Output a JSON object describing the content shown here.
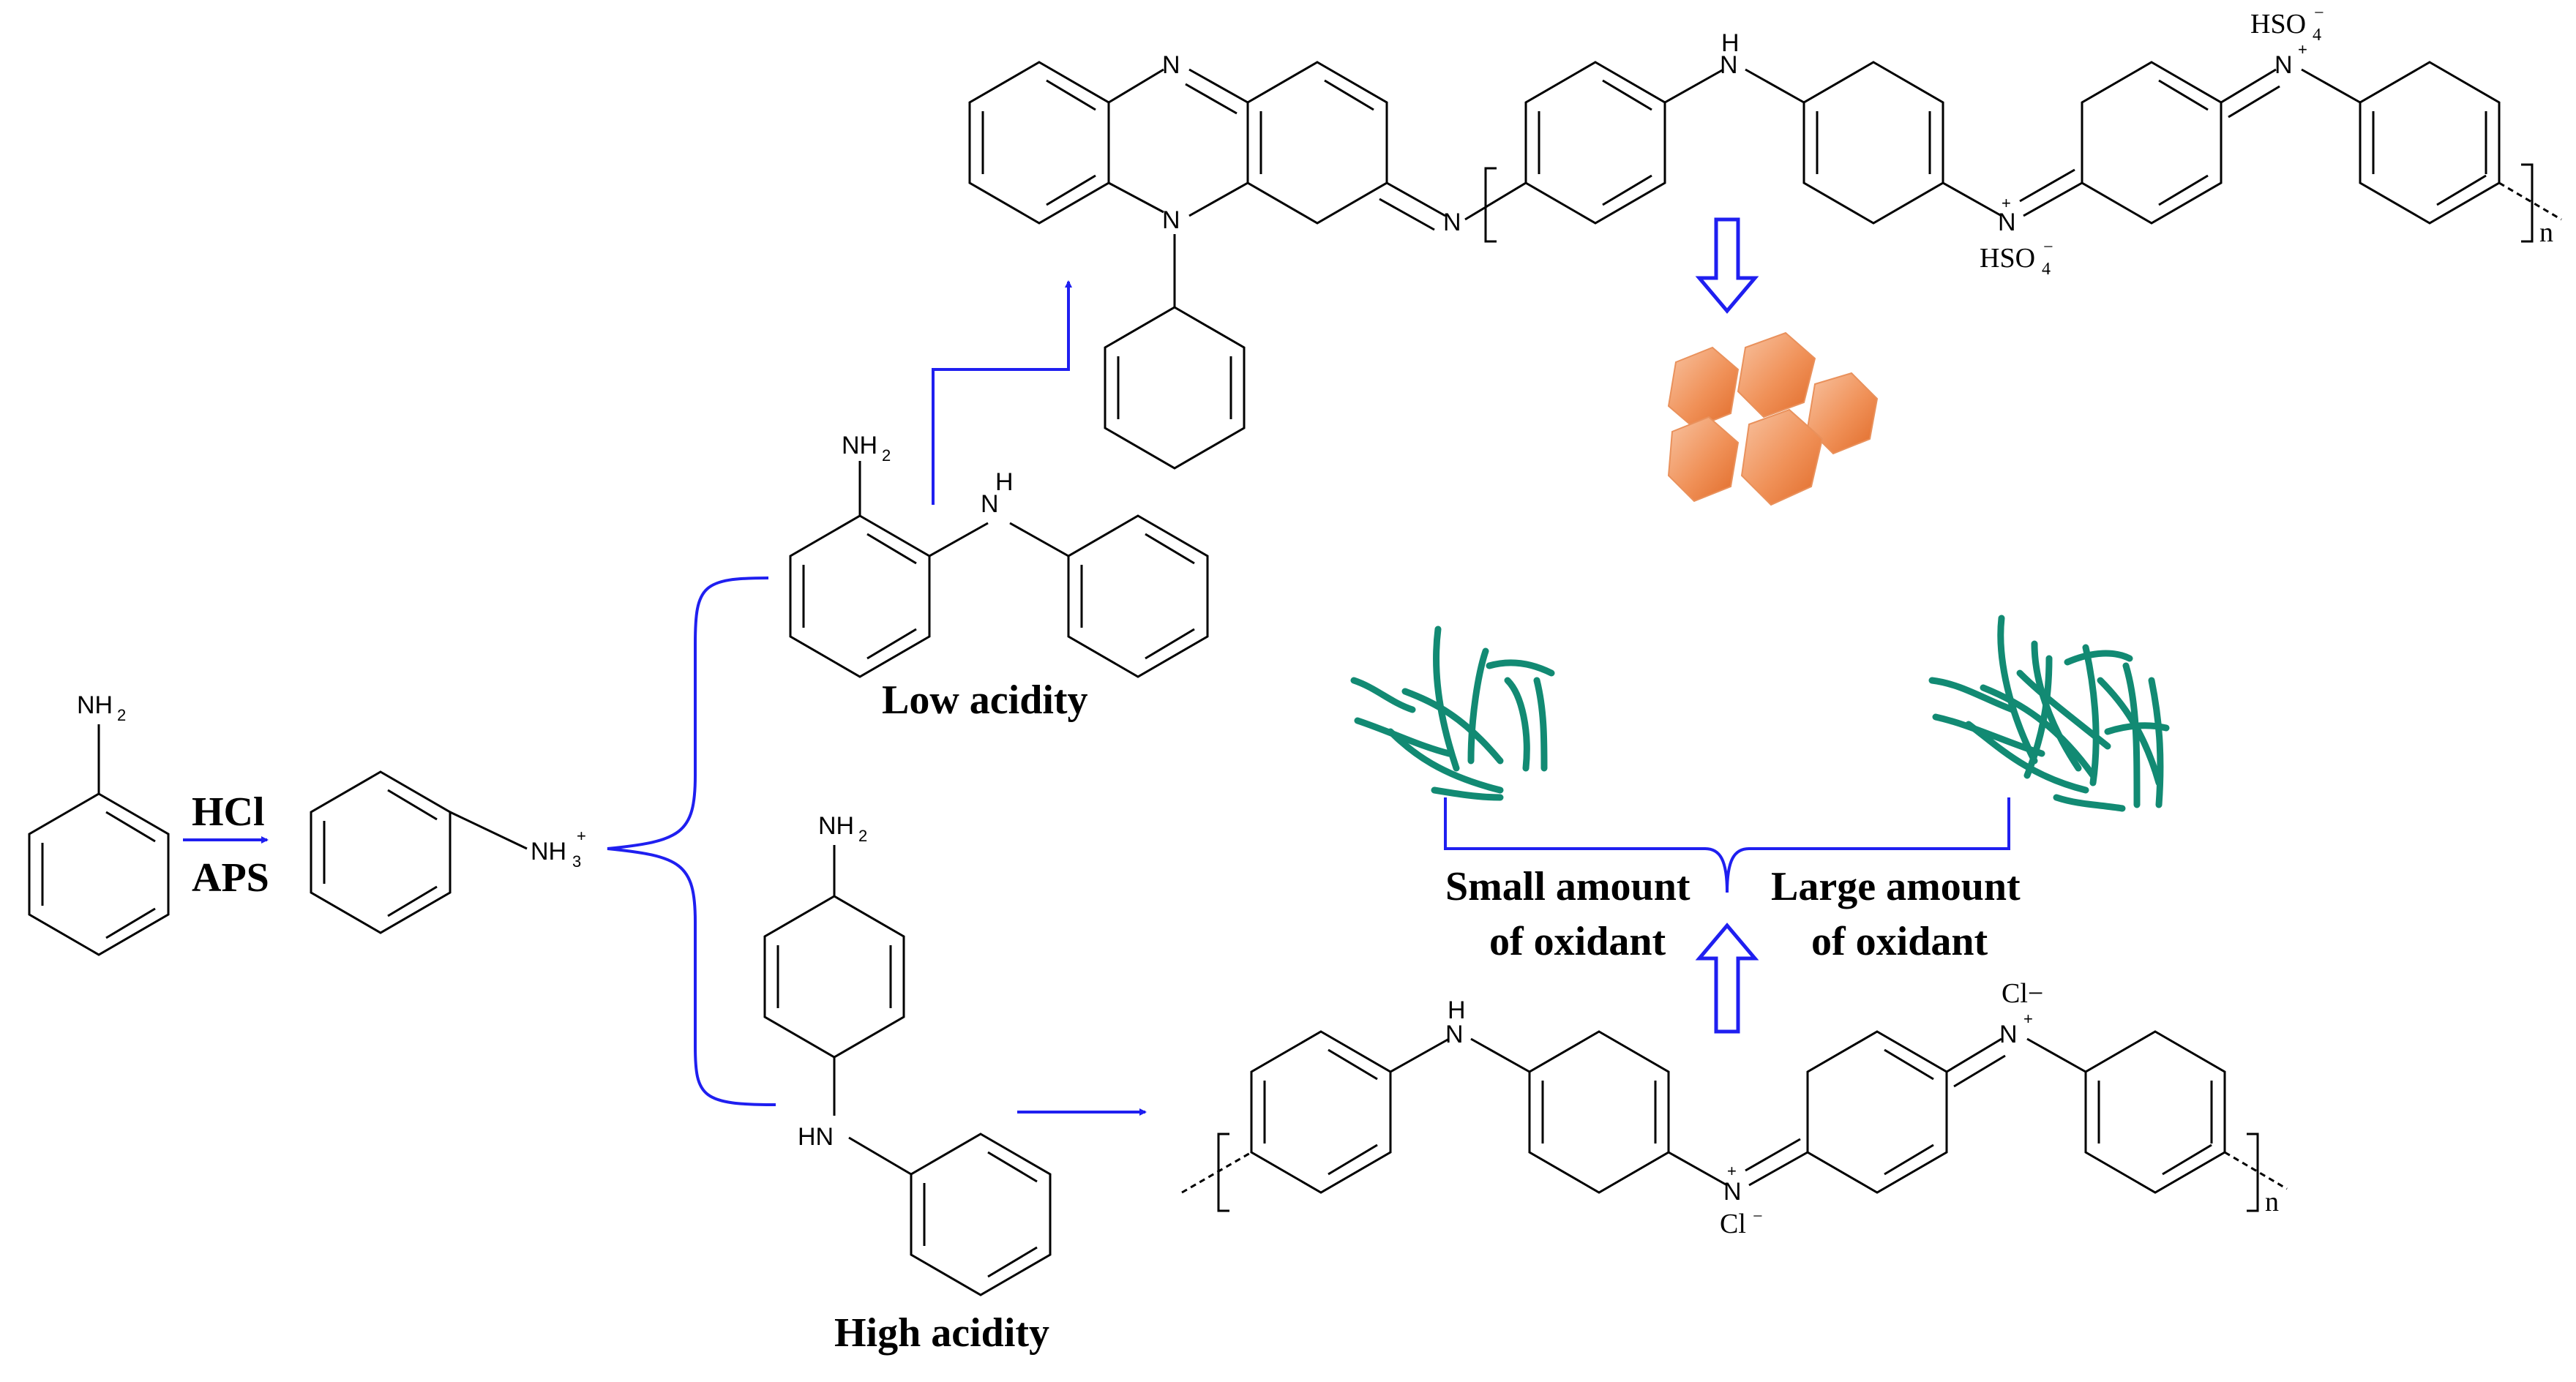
{
  "labels": {
    "reagent_top": "HCl",
    "reagent_bottom": "APS",
    "low_acidity": "Low acidity",
    "high_acidity": "High acidity",
    "small_amount_line1": "Small amount",
    "small_amount_line2": "of oxidant",
    "large_amount_line1": "Large amount",
    "large_amount_line2": "of oxidant"
  },
  "atoms": {
    "nh2": "NH",
    "nh2_sub": "2",
    "nh3_plus": "NH",
    "nh3_sub": "3",
    "plus": "+",
    "n": "N",
    "h": "H",
    "hn": "HN",
    "repeat_n": "n",
    "hso4": "HSO",
    "hso4_sub": "4",
    "minus": "−",
    "cl": "Cl",
    "cl_minus": "Cl−"
  },
  "colors": {
    "arrow": "#1f1ff0",
    "fiber": "#128a73",
    "particle_light": "#f7b088",
    "particle_dark": "#e8722f"
  }
}
